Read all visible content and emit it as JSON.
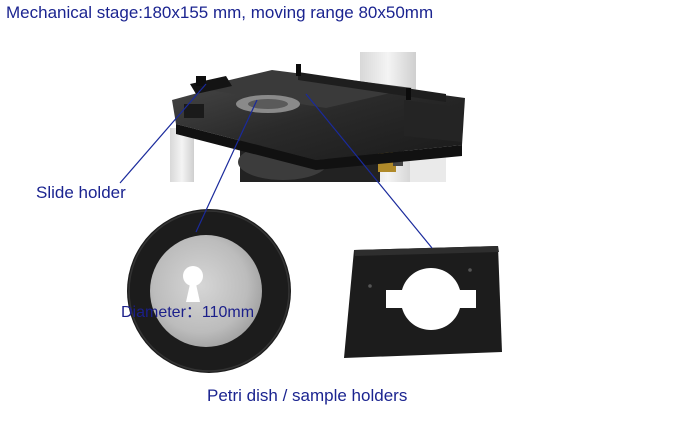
{
  "title": "Mechanical stage:180x155 mm, moving range 80x50mm",
  "labels": {
    "slide_holder": "Slide holder",
    "diameter": "Diameter：110mm",
    "petri_holders": "Petri dish / sample holders"
  },
  "colors": {
    "label_text": "#1b2490",
    "leader_line": "#1a2a9c",
    "holder_black": "#1c1c1c",
    "disc_silver": "#bdbdbd"
  },
  "icons": [
    "microscope-stage-photo",
    "round-dish-holder",
    "rectangular-sample-holder"
  ]
}
